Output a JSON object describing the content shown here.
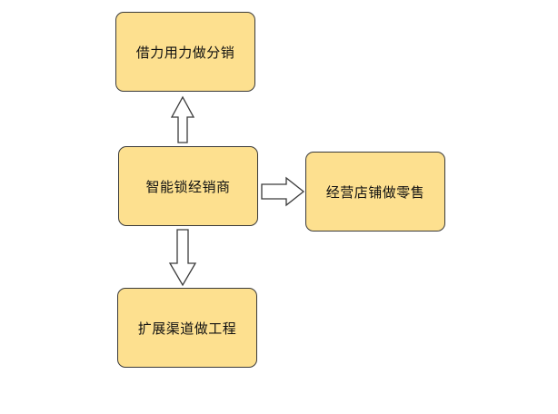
{
  "diagram": {
    "nodes": {
      "top": {
        "label": "借力用力做分销"
      },
      "center": {
        "label": "智能锁经销商"
      },
      "right": {
        "label": "经营店铺做零售"
      },
      "bottom": {
        "label": "扩展渠道做工程"
      }
    },
    "edges": [
      {
        "from": "center",
        "to": "top",
        "style": "hollow-block-arrow"
      },
      {
        "from": "center",
        "to": "right",
        "style": "hollow-block-arrow"
      },
      {
        "from": "center",
        "to": "bottom",
        "style": "hollow-block-arrow"
      }
    ],
    "colors": {
      "node_fill": "#fde08f",
      "node_border": "#3a3a3a",
      "arrow_stroke": "#3a3a3a",
      "arrow_fill": "#ffffff"
    }
  }
}
